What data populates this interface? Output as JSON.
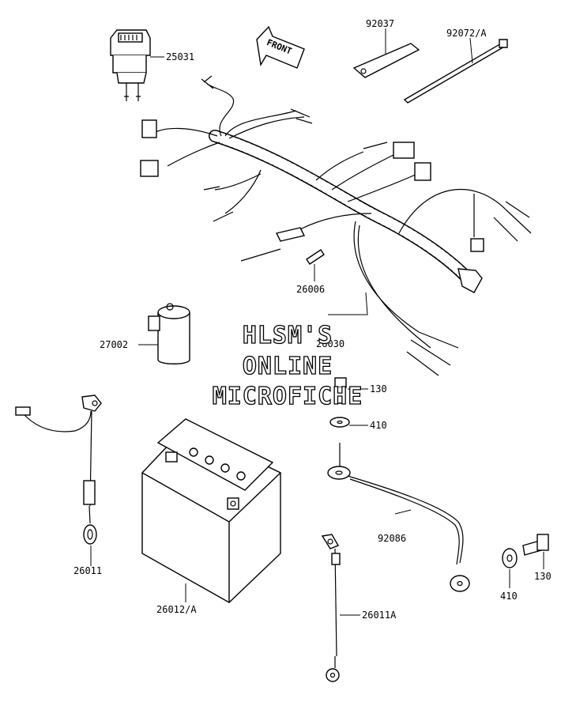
{
  "arrow_label": "FRONT",
  "watermark": [
    "HLSM'S",
    "ONLINE",
    "MICROFICHE"
  ],
  "parts": {
    "p25031": "25031",
    "p92037": "92037",
    "p92072a": "92072/A",
    "p26006": "26006",
    "p26030": "26030",
    "p27002": "27002",
    "p130a": "130",
    "p410a": "410",
    "p26011": "26011",
    "p26012a": "26012/A",
    "p92086": "92086",
    "p410b": "410",
    "p130b": "130",
    "p26011a": "26011A"
  }
}
